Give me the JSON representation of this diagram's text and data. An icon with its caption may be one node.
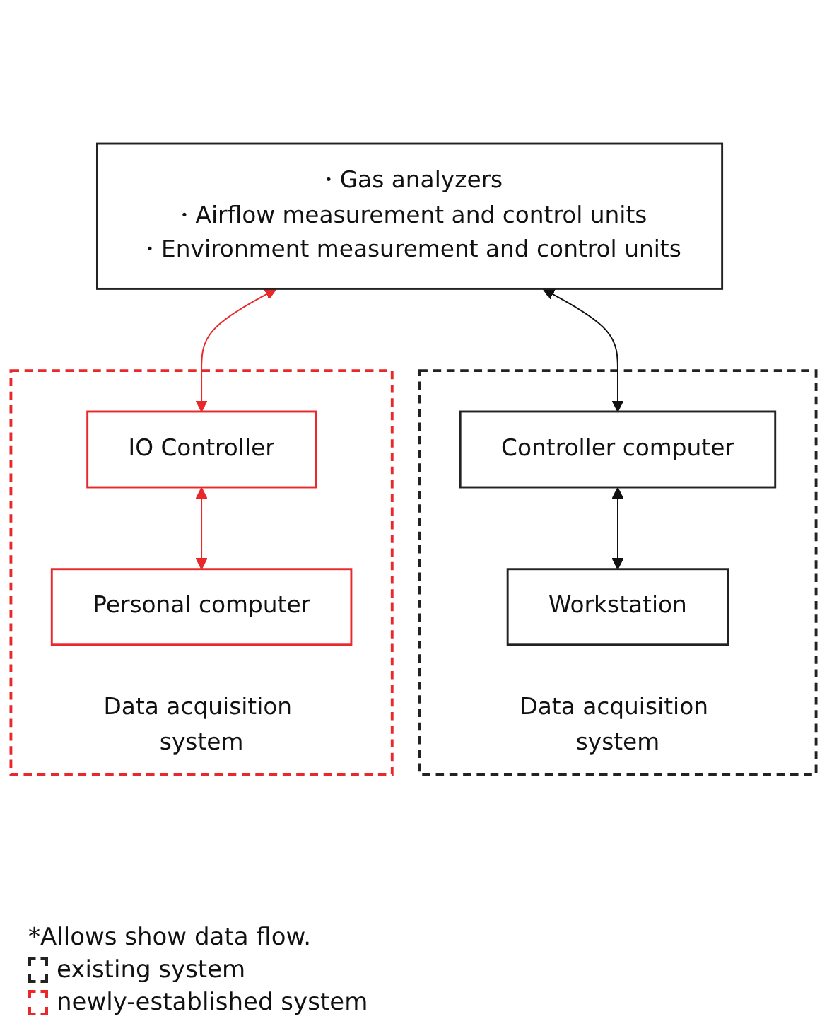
{
  "diagram": {
    "nodes": [
      {
        "text": [
          "・Gas analyzers",
          "・Airflow measurement and control units",
          "・Environment measurement and control units"
        ]
      },
      {
        "text": [
          "Data acquisition system"
        ]
      },
      {
        "text": [
          "Controller computer"
        ],
        "in": 1
      },
      {
        "text": [
          "Workstation"
        ],
        "in": 1
      },
      {
        "text": [
          "Data acquisition system"
        ]
      },
      {
        "text": [
          "IO Controller"
        ],
        "in": 4
      },
      {
        "text": [
          "Personal computer"
        ],
        "in": 4
      }
    ],
    "edges": [
      {
        "from": 0,
        "to": 2,
        "arrow": "both"
      },
      {
        "from": 2,
        "to": 3,
        "arrow": "both"
      },
      {
        "from": 0,
        "to": 5,
        "arrow": "both",
        "color": "#e8282b"
      },
      {
        "from": 5,
        "to": 6,
        "arrow": "both",
        "color": "#e8282b"
      }
    ],
    "labels": [
      "*Allows show data flow."
    ],
    "legend": [
      {
        "text": "existing system"
      },
      {
        "text": "newly-established system"
      }
    ]
  }
}
